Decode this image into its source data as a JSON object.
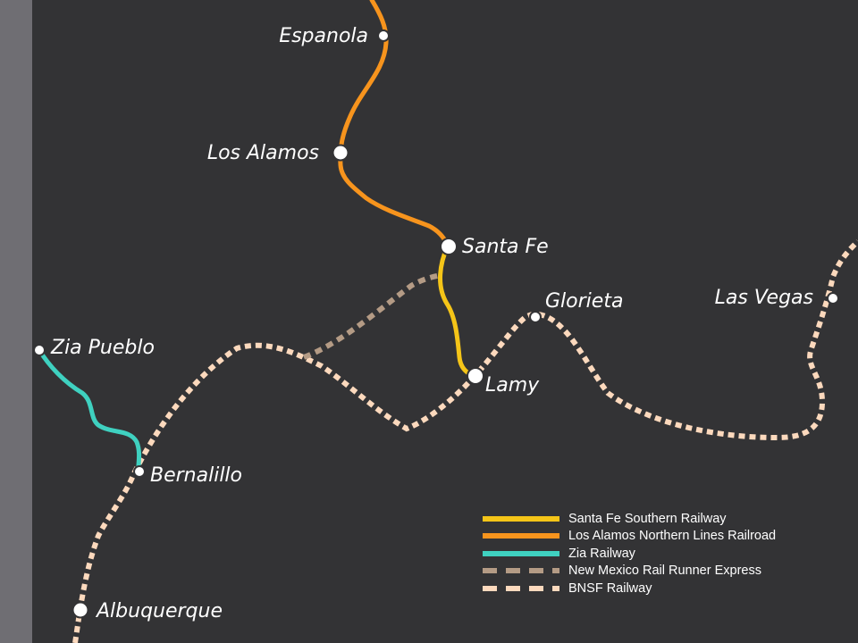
{
  "colors": {
    "background": "#333335",
    "side_strip": "#6f6e73",
    "santa_fe_southern": "#f5c518",
    "los_alamos_northern": "#f7941d",
    "zia": "#3fd1c0",
    "rail_runner": "#b49b85",
    "bnsf": "#fcd9bd",
    "station_fill": "#ffffff",
    "station_stroke": "#333335"
  },
  "stations": [
    {
      "id": "espanola",
      "name": "Espanola"
    },
    {
      "id": "los-alamos",
      "name": "Los Alamos"
    },
    {
      "id": "santa-fe",
      "name": "Santa Fe"
    },
    {
      "id": "glorieta",
      "name": "Glorieta"
    },
    {
      "id": "las-vegas",
      "name": "Las Vegas"
    },
    {
      "id": "zia-pueblo",
      "name": "Zia Pueblo"
    },
    {
      "id": "lamy",
      "name": "Lamy"
    },
    {
      "id": "bernalillo",
      "name": "Bernalillo"
    },
    {
      "id": "albuquerque",
      "name": "Albuquerque"
    }
  ],
  "legend": [
    {
      "id": "santa-fe-southern",
      "label": "Santa Fe Southern Railway",
      "style": "solid",
      "color": "#f5c518"
    },
    {
      "id": "los-alamos-northern",
      "label": "Los Alamos Northern Lines Railroad",
      "style": "solid",
      "color": "#f7941d"
    },
    {
      "id": "zia",
      "label": "Zia Railway",
      "style": "solid",
      "color": "#3fd1c0"
    },
    {
      "id": "rail-runner",
      "label": "New Mexico Rail Runner Express",
      "style": "dashed",
      "color": "#b49b85"
    },
    {
      "id": "bnsf",
      "label": "BNSF Railway",
      "style": "dashed",
      "color": "#fcd9bd"
    }
  ]
}
